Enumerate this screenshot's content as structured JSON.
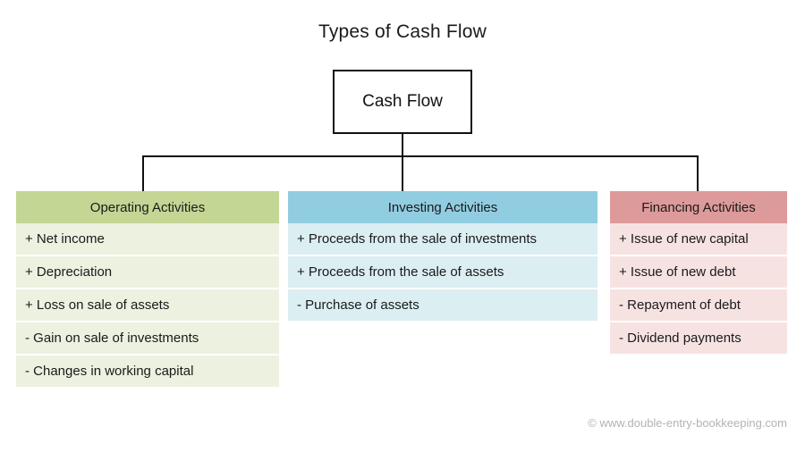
{
  "title": "Types of Cash Flow",
  "root": {
    "label": "Cash Flow"
  },
  "colors": {
    "operating_header": "#c3d694",
    "operating_body": "#edf1e0",
    "investing_header": "#91cde0",
    "investing_body": "#dbeef2",
    "financing_header": "#dd9a9a",
    "financing_body": "#f7e2e2",
    "line": "#111111",
    "text": "#1a1a1a",
    "footer_text": "#b3b3b3"
  },
  "columns": [
    {
      "key": "operating",
      "header": "Operating Activities",
      "rows": [
        "+ Net income",
        "+ Depreciation",
        "+ Loss on sale of assets",
        "- Gain on sale of investments",
        "- Changes in working capital"
      ]
    },
    {
      "key": "investing",
      "header": "Investing Activities",
      "rows": [
        "+ Proceeds from the sale of investments",
        "+ Proceeds from the sale of assets",
        "- Purchase of assets"
      ]
    },
    {
      "key": "financing",
      "header": "Financing Activities",
      "rows": [
        "+ Issue of new capital",
        "+ Issue of new debt",
        "- Repayment of debt",
        "- Dividend payments"
      ]
    }
  ],
  "footer": {
    "credit": "© www.double-entry-bookkeeping.com"
  }
}
